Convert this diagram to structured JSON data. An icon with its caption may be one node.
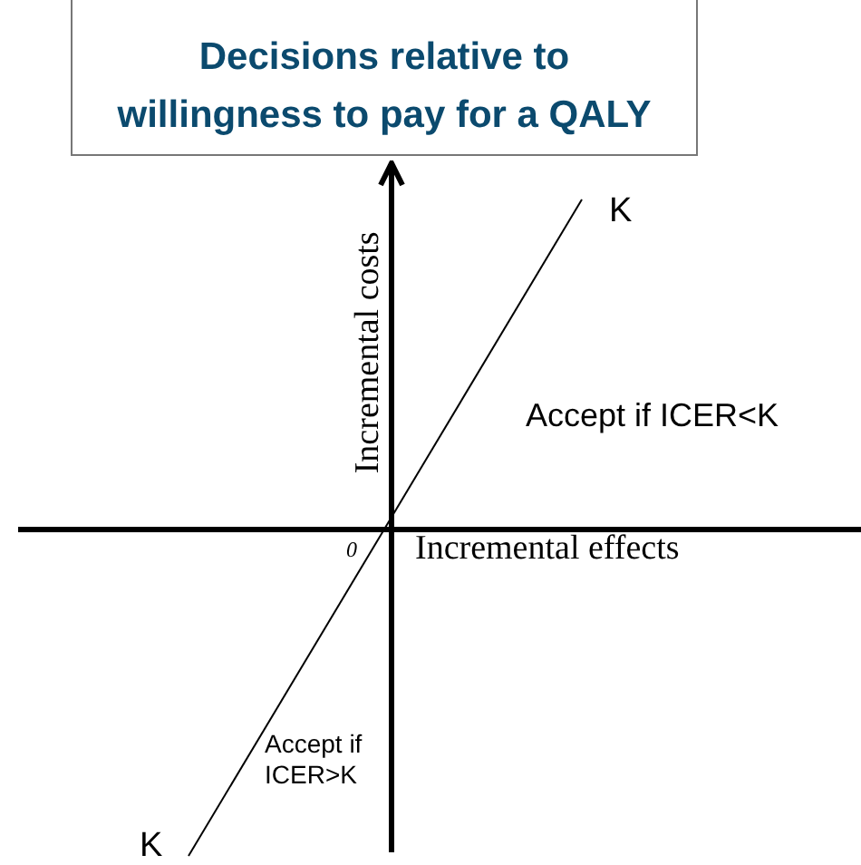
{
  "diagram": {
    "title": "Decisions relative to willingness to pay for a QALY",
    "labels": [
      "K",
      "Incremental costs",
      "Accept if ICER<K",
      "0",
      "Incremental effects",
      "Accept if ICER>K",
      "K"
    ]
  }
}
